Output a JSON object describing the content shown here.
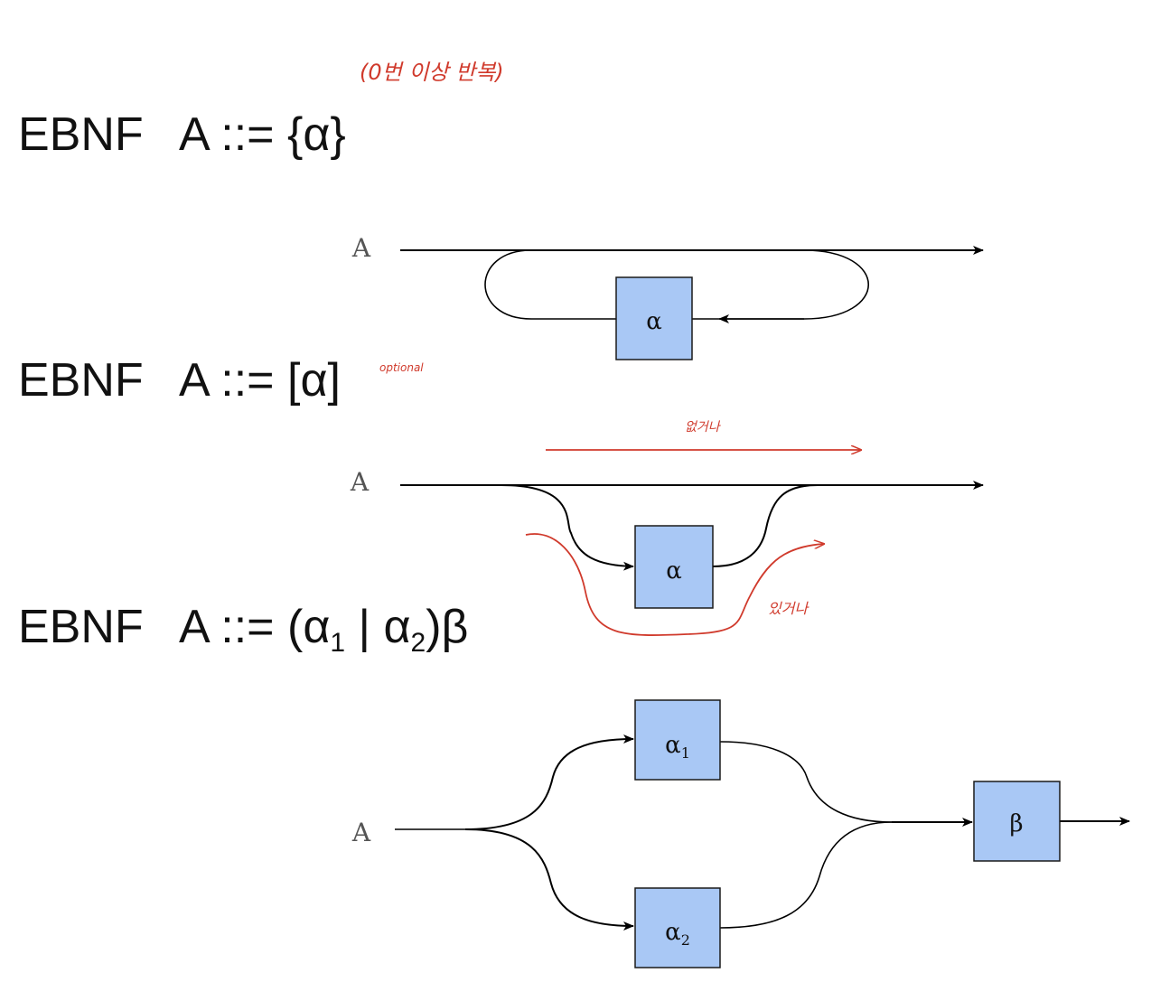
{
  "sections": [
    {
      "heading": {
        "keyword": "EBNF",
        "lhs": "A",
        "op": "::=",
        "rhs_parts": [
          {
            "text": "{α}"
          }
        ]
      },
      "diagram": {
        "start_label": "A",
        "boxes": [
          {
            "main": "α",
            "sub": ""
          }
        ]
      }
    },
    {
      "heading": {
        "keyword": "EBNF",
        "lhs": "A",
        "op": "::=",
        "rhs_parts": [
          {
            "text": "[α]"
          }
        ]
      },
      "diagram": {
        "start_label": "A",
        "boxes": [
          {
            "main": "α",
            "sub": ""
          }
        ]
      }
    },
    {
      "heading": {
        "keyword": "EBNF",
        "lhs": "A",
        "op": "::=",
        "rhs_parts": [
          {
            "text": "(α"
          },
          {
            "sub": "1"
          },
          {
            "text": " | α"
          },
          {
            "sub": "2"
          },
          {
            "text": ")β"
          }
        ]
      },
      "diagram": {
        "start_label": "A",
        "boxes": [
          {
            "main": "α",
            "sub": "1"
          },
          {
            "main": "α",
            "sub": "2"
          },
          {
            "main": "β",
            "sub": ""
          }
        ]
      }
    }
  ],
  "annotations": {
    "repeat_note": "(0번 이상 반복)",
    "optional_note": "optional",
    "absent_note": "없거나",
    "present_note": "있거나"
  },
  "colors": {
    "box_fill": "#a9c8f5",
    "box_stroke": "#1a1a1a",
    "line": "#000000",
    "annotation": "#d03a2c",
    "label": "#555555"
  }
}
